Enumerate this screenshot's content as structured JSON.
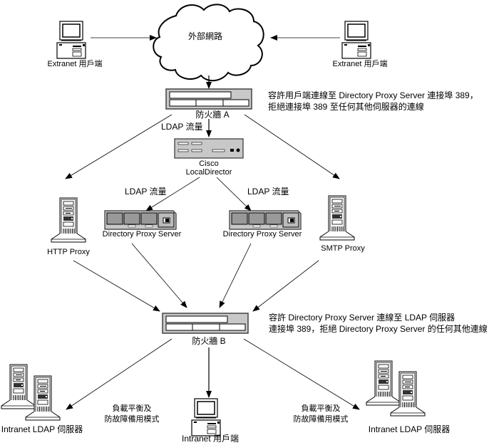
{
  "nodes": {
    "internet_cloud": {
      "label": "外部網路"
    },
    "extranet_client_left": {
      "label": "Extranet 用戶端"
    },
    "extranet_client_right": {
      "label": "Extranet 用戶端"
    },
    "firewall_a": {
      "label": "防火牆 A"
    },
    "cisco_localdirector": {
      "label_line1": "Cisco",
      "label_line2": "LocalDirector"
    },
    "http_proxy": {
      "label": "HTTP Proxy"
    },
    "smtp_proxy": {
      "label": "SMTP Proxy"
    },
    "directory_proxy_left": {
      "label": "Directory Proxy Server"
    },
    "directory_proxy_right": {
      "label": "Directory Proxy Server"
    },
    "firewall_b": {
      "label": "防火牆 B"
    },
    "intranet_ldap_left": {
      "label": "Intranet LDAP 伺服器"
    },
    "intranet_ldap_right": {
      "label": "Intranet LDAP 伺服器"
    },
    "intranet_client": {
      "label": "Intranet 用戶端"
    }
  },
  "edge_labels": {
    "ldap_traffic_top": "LDAP 流量",
    "ldap_traffic_left": "LDAP 流量",
    "ldap_traffic_right": "LDAP 流量",
    "failover_left_line1": "負載平衡及",
    "failover_left_line2": "防故障備用模式",
    "failover_right_line1": "負載平衡及",
    "failover_right_line2": "防故障備用模式"
  },
  "notes": {
    "firewall_a_line1": "容許用戶端連線至 Directory Proxy Server 連接埠 389，",
    "firewall_a_line2": "拒絕連接埠 389 至任何其他伺服器的連線",
    "firewall_b_line1": "容許 Directory Proxy Server 連線至 LDAP 伺服器",
    "firewall_b_line2": "連接埠 389，拒絕 Directory Proxy Server 的任何其他連線"
  }
}
